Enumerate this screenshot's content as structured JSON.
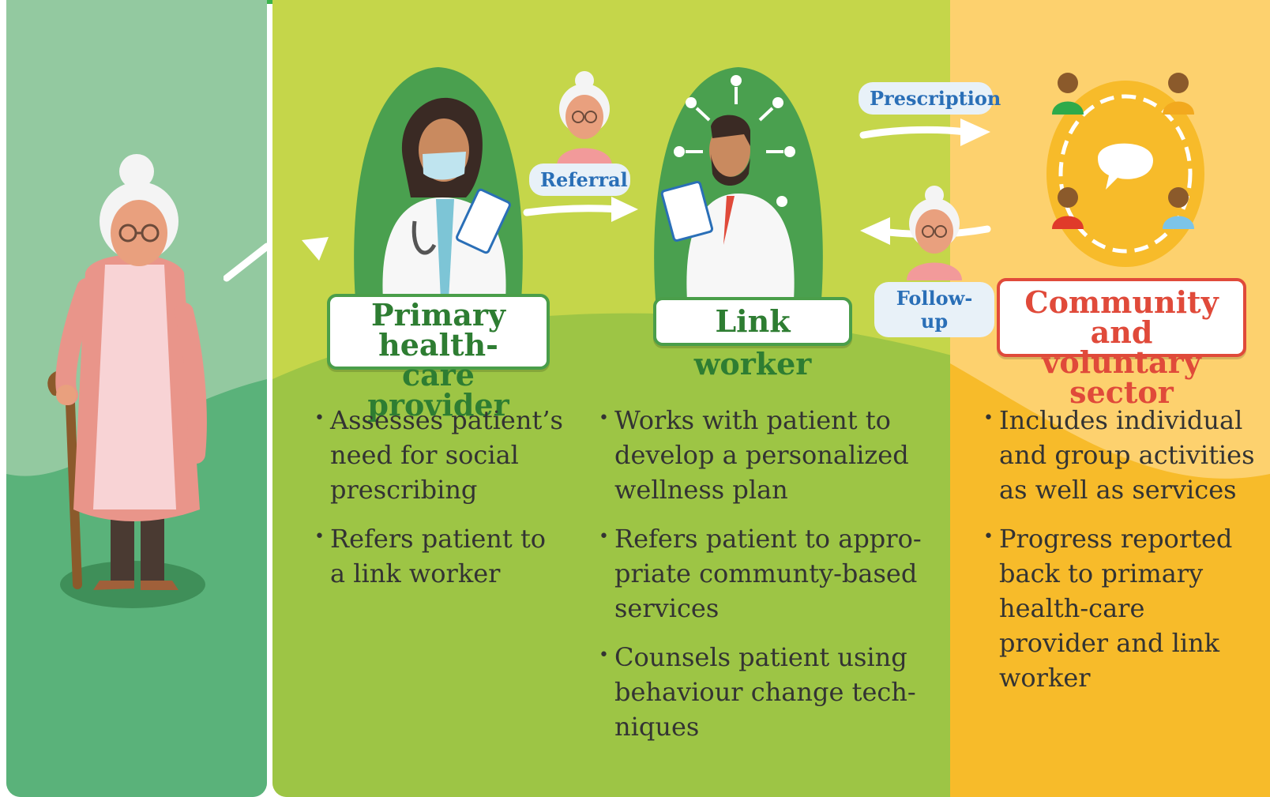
{
  "colors": {
    "patient_panel": "#93c9a0",
    "patient_ground": "#5ab27a",
    "provider_panel": "#c5d64a",
    "provider_ground": "#9dc545",
    "community_panel": "#fdd16e",
    "community_ground": "#f7bb2a",
    "accent_green": "#2e7d32",
    "accent_red": "#e04a3a",
    "pill_blue": "#2a6fb7"
  },
  "steps": {
    "provider": {
      "title_line1": "Primary health-",
      "title_line2": "care provider",
      "bullets": [
        "Assesses patient’s need for social prescribing",
        "Refers patient to a link worker"
      ]
    },
    "link_worker": {
      "title": "Link worker",
      "bullets": [
        "Works with patient to develop a personalized wellness plan",
        "Refers patient to appro-priate communty-based services",
        "Counsels patient using behaviour change tech-niques"
      ]
    },
    "community": {
      "title_line1": "Community and",
      "title_line2": "voluntary sector",
      "bullets": [
        "Includes individual and group activities as well as services",
        "Progress reported back to primary health-care provider and link worker"
      ]
    }
  },
  "flows": {
    "referral": "Referral",
    "prescription": "Prescription",
    "follow_up": "Follow-up"
  },
  "icons": {
    "patient": "elderly-woman-with-cane-icon",
    "provider": "doctor-with-stethoscope-icon",
    "link_worker": "link-worker-with-clipboard-icon",
    "community": "community-group-circle-icon"
  }
}
